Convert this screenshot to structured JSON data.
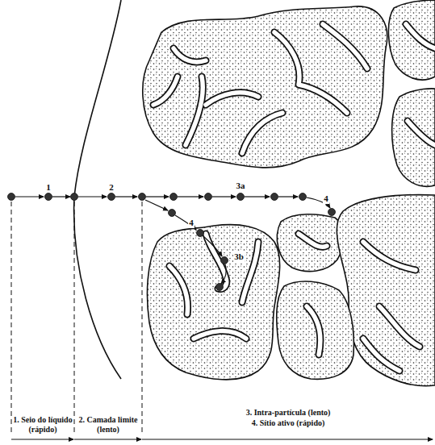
{
  "diagram": {
    "labels": [
      "1",
      "2",
      "3a",
      "4",
      "4",
      "3b",
      "1. Seio do líquido (rápido)",
      "2. Camada limite (lento)",
      "3. Intra-partícula (lento)",
      "4. Sítio ativo (rápido)"
    ]
  }
}
